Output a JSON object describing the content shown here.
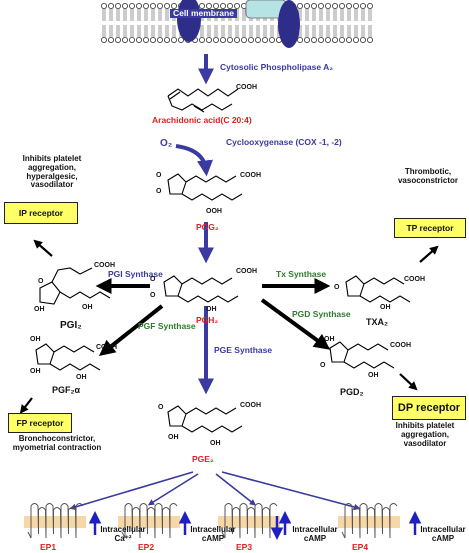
{
  "membrane": {
    "label": "Cell membrane"
  },
  "steps": {
    "phospholipase": "Cytosolic Phospholipase A₂",
    "arachidonic": "Arachidonic acid(C 20:4)",
    "oxygen": "O₂",
    "cox": "Cyclooxygenase (COX -1, -2)",
    "pgg2": "PGG₂",
    "pgh2": "PGH₂",
    "pge2": "PGE₂"
  },
  "enzymes": {
    "pgi": "PGI Synthase",
    "tx": "Tx Synthase",
    "pgd": "PGD Synthase",
    "pgf": "PGF Synthase",
    "pge": "PGE Synthase"
  },
  "products": {
    "pgi2": "PGI₂",
    "txa2": "TXA₂",
    "pgd2": "PGD₂",
    "pgf2a": "PGF₂α"
  },
  "receptors": {
    "ip": "IP receptor",
    "tp": "TP receptor",
    "dp": "DP receptor",
    "fp": "FP receptor"
  },
  "effects": {
    "ip_line1": "Inhibits platelet",
    "ip_line2": "aggregation,",
    "ip_line3": "hyperalgesic,",
    "ip_line4": "vasodilator",
    "tp_line1": "Thrombotic,",
    "tp_line2": "vasoconstrictor",
    "dp_line1": "Inhibits platelet",
    "dp_line2": "aggregation,",
    "dp_line3": "vasodilator",
    "fp_line1": "Bronchoconstrictor,",
    "fp_line2": "myometrial contraction"
  },
  "chem": {
    "cooh": "COOH",
    "ooh": "OOH",
    "oh": "OH",
    "o": "O"
  },
  "ep_receptors": [
    {
      "name": "EP1",
      "signal_line1": "Intracellular",
      "signal_line2": "Ca⁺²",
      "arrow": "up"
    },
    {
      "name": "EP2",
      "signal_line1": "Intracellular",
      "signal_line2": "cAMP",
      "arrow": "up"
    },
    {
      "name": "EP3",
      "signal_line1": "Intracellular",
      "signal_line2": "cAMP",
      "arrow": "down-up"
    },
    {
      "name": "EP4",
      "signal_line1": "Intracellular",
      "signal_line2": "cAMP",
      "arrow": "up"
    }
  ],
  "colors": {
    "arrow_blue": "#3a3aa0",
    "enzyme_green": "#2d7a2d",
    "highlight_red": "#e02020",
    "receptor_box": "#ffff66",
    "membrane_protein": "#2e2e8a",
    "membrane_cyan": "#b6e3e3"
  }
}
